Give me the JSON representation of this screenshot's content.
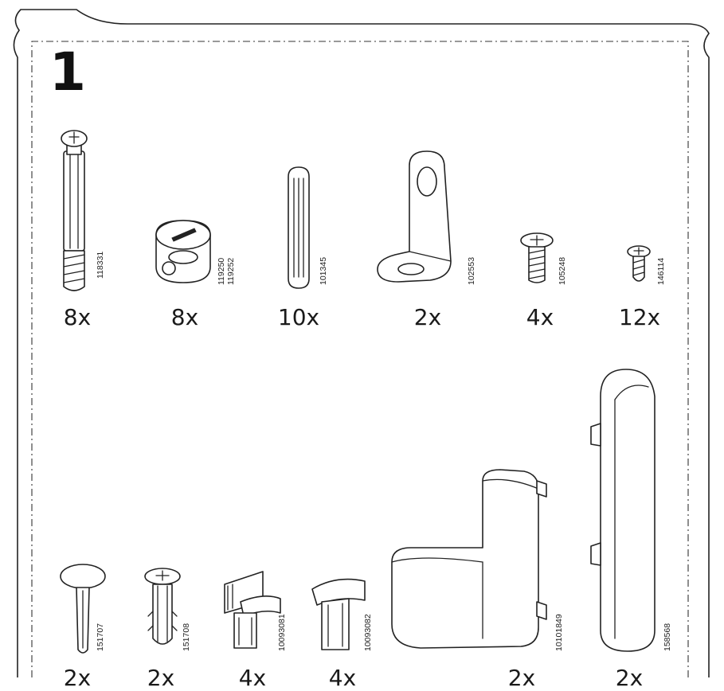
{
  "step_number": "1",
  "parts": [
    {
      "id": "cam-bolt",
      "code": "118331",
      "qty": "8x",
      "icon": "cam-bolt-icon"
    },
    {
      "id": "cam-lock",
      "code": "119250\n119252",
      "qty": "8x",
      "icon": "cam-lock-icon"
    },
    {
      "id": "dowel",
      "code": "101345",
      "qty": "10x",
      "icon": "wooden-dowel-icon"
    },
    {
      "id": "angle-bracket",
      "code": "102553",
      "qty": "2x",
      "icon": "angle-bracket-icon"
    },
    {
      "id": "screw-short",
      "code": "105248",
      "qty": "4x",
      "icon": "short-screw-icon"
    },
    {
      "id": "screw-small",
      "code": "146114",
      "qty": "12x",
      "icon": "small-screw-icon"
    },
    {
      "id": "push-pin",
      "code": "151707",
      "qty": "2x",
      "icon": "push-pin-icon"
    },
    {
      "id": "wall-plug",
      "code": "151708",
      "qty": "2x",
      "icon": "wall-plug-icon"
    },
    {
      "id": "clip-a",
      "code": "10093081",
      "qty": "4x",
      "icon": "shelf-clip-icon"
    },
    {
      "id": "clip-b",
      "code": "10093082",
      "qty": "4x",
      "icon": "shelf-support-icon"
    },
    {
      "id": "corner-handle",
      "code": "10101849",
      "qty": "2x",
      "icon": "corner-handle-icon"
    },
    {
      "id": "bar-handle",
      "code": "158568",
      "qty": "2x",
      "icon": "bar-handle-icon"
    }
  ]
}
